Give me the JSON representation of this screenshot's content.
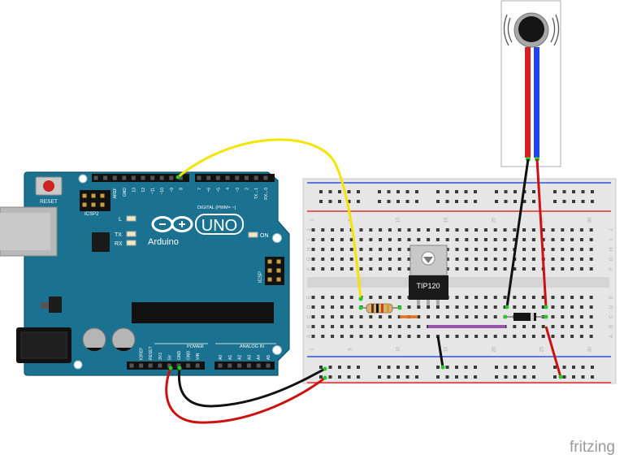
{
  "arduino": {
    "brand_uno": "UNO",
    "brand_name": "Arduino",
    "reset_label": "RESET",
    "icsp2_label": "ICSP2",
    "icsp_label": "ICSP",
    "led_l_label": "L",
    "led_tx_label": "TX",
    "led_rx_label": "RX",
    "on_label": "ON",
    "digital_label": "DIGITAL (PWM= ~)",
    "power_label": "POWER",
    "analog_label": "ANALOG IN",
    "digital_pins": [
      "AREF",
      "GND",
      "13",
      "12",
      "~11",
      "~10",
      "~9",
      "8",
      "7",
      "~6",
      "~5",
      "4",
      "~3",
      "2",
      "TX→1",
      "RX←0"
    ],
    "power_pins": [
      "IOREF",
      "RESET",
      "3V3",
      "5V",
      "GND",
      "GND",
      "VIN"
    ],
    "analog_pins": [
      "A0",
      "A1",
      "A2",
      "A3",
      "A4",
      "A5"
    ]
  },
  "breadboard": {
    "column_numbers": [
      "1",
      "5",
      "10",
      "15",
      "20",
      "25",
      "30"
    ],
    "row_letters_top": [
      "J",
      "I",
      "H",
      "G",
      "F"
    ],
    "row_letters_bottom": [
      "E",
      "D",
      "C",
      "B",
      "A"
    ]
  },
  "components": {
    "transistor_label": "TIP120"
  },
  "watermark": "fritzing",
  "colors": {
    "board": "#1a7190",
    "wire_yellow": "#f2e600",
    "wire_red": "#cc1111",
    "wire_black": "#111111",
    "wire_blue": "#2244ee",
    "wire_purple": "#9955aa",
    "rail_red": "#e33030",
    "rail_blue": "#3050e0"
  }
}
